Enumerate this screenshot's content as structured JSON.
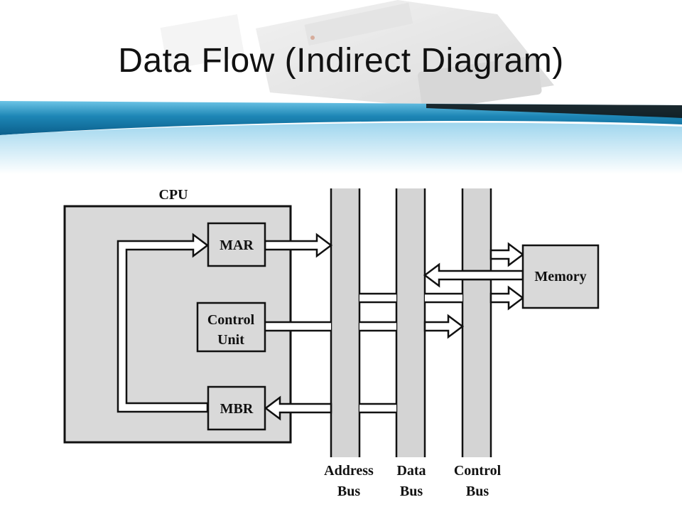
{
  "slide": {
    "title": "Data Flow (Indirect Diagram)"
  },
  "diagram": {
    "cpu_label": "CPU",
    "registers": {
      "mar": "MAR",
      "control_unit_line1": "Control",
      "control_unit_line2": "Unit",
      "mbr": "MBR"
    },
    "memory_label": "Memory",
    "buses": {
      "address_line1": "Address",
      "address_line2": "Bus",
      "data_line1": "Data",
      "data_line2": "Bus",
      "control_line1": "Control",
      "control_line2": "Bus"
    },
    "colors": {
      "box_fill": "#d9d9d9",
      "bus_fill": "#d4d4d4",
      "stroke": "#111111",
      "banner_blue": "#1d86b5"
    }
  }
}
